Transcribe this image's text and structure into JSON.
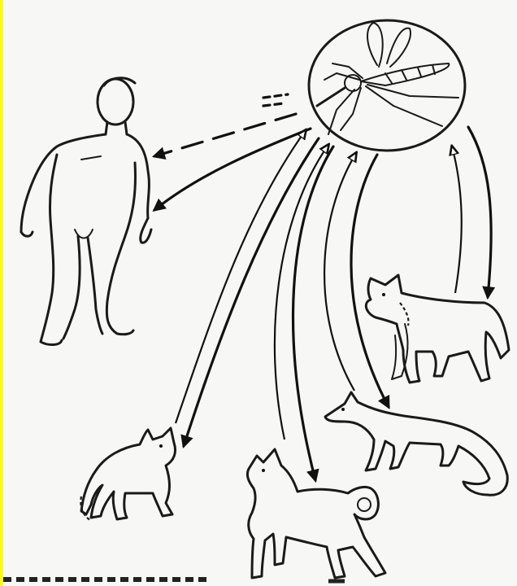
{
  "diagram": {
    "caption": "",
    "nodes": [
      {
        "id": "mosquito",
        "icon": "mosquito-icon"
      },
      {
        "id": "human",
        "icon": "human-figure-icon"
      },
      {
        "id": "wolf",
        "icon": "wolf-icon"
      },
      {
        "id": "fox",
        "icon": "fox-icon"
      },
      {
        "id": "dog",
        "icon": "dog-icon"
      },
      {
        "id": "cat",
        "icon": "cat-icon"
      }
    ],
    "edges": [
      {
        "from": "mosquito",
        "to": "human",
        "style": "dashed"
      },
      {
        "from": "mosquito",
        "to": "human",
        "style": "solid"
      },
      {
        "from": "mosquito",
        "to": "wolf",
        "style": "solid"
      },
      {
        "from": "wolf",
        "to": "mosquito",
        "style": "solid-open-head"
      },
      {
        "from": "mosquito",
        "to": "fox",
        "style": "solid"
      },
      {
        "from": "fox",
        "to": "mosquito",
        "style": "solid-open-head"
      },
      {
        "from": "mosquito",
        "to": "dog",
        "style": "solid"
      },
      {
        "from": "dog",
        "to": "mosquito",
        "style": "solid-open-head"
      },
      {
        "from": "mosquito",
        "to": "cat",
        "style": "solid"
      },
      {
        "from": "cat",
        "to": "mosquito",
        "style": "solid-open-head"
      }
    ],
    "colors": {
      "background": "#fdfd00",
      "paper": "#f7f7f5",
      "ink": "#111111"
    }
  }
}
